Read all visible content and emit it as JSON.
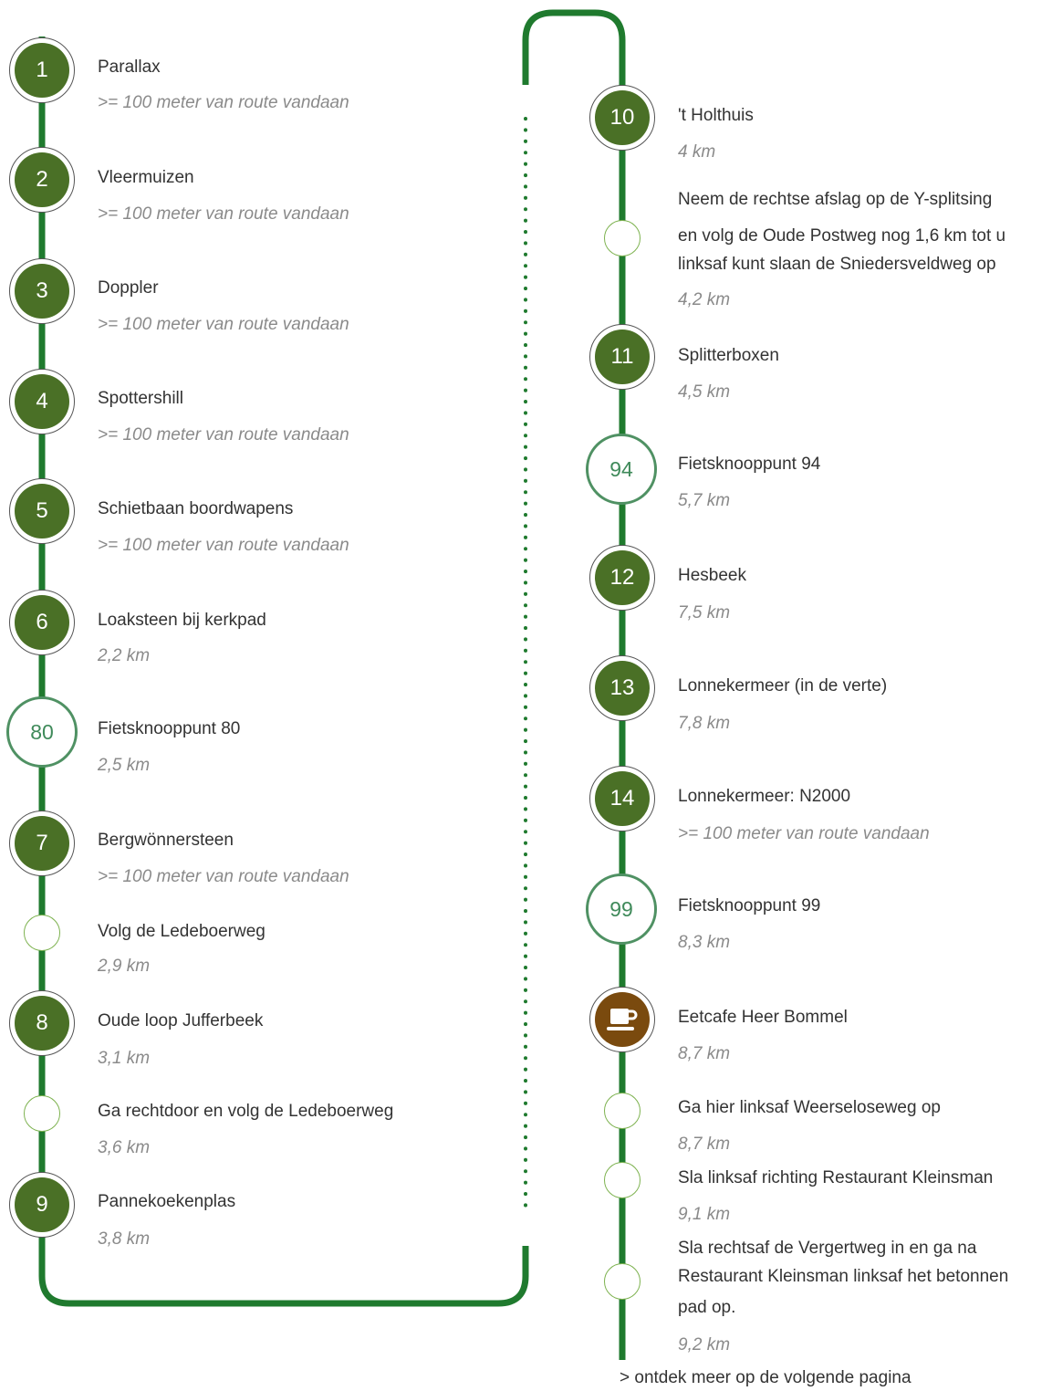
{
  "colors": {
    "route_line": "#1f7a2e",
    "number_badge": "#4a7026",
    "node_ring": "#4f9163",
    "small_ring": "#7db24f",
    "cafe_badge": "#7a4a0e",
    "subtitle_text": "#8a8a8a"
  },
  "left_column": [
    {
      "badge": "1",
      "type": "number",
      "title": "Parallax",
      "subtitle": ">= 100 meter van route vandaan"
    },
    {
      "badge": "2",
      "type": "number",
      "title": "Vleermuizen",
      "subtitle": ">= 100 meter van route vandaan"
    },
    {
      "badge": "3",
      "type": "number",
      "title": "Doppler",
      "subtitle": ">= 100 meter van route vandaan"
    },
    {
      "badge": "4",
      "type": "number",
      "title": "Spottershill",
      "subtitle": ">= 100 meter van route vandaan"
    },
    {
      "badge": "5",
      "type": "number",
      "title": "Schietbaan boordwapens",
      "subtitle": ">= 100 meter van route vandaan"
    },
    {
      "badge": "6",
      "type": "number",
      "title": "Loaksteen bij kerkpad",
      "subtitle": "2,2 km"
    },
    {
      "badge": "80",
      "type": "node",
      "title": "Fietsknooppunt 80",
      "subtitle": "2,5 km"
    },
    {
      "badge": "7",
      "type": "number",
      "title": "Bergwönnersteen",
      "subtitle": ">= 100 meter van route vandaan"
    },
    {
      "badge": "",
      "type": "small",
      "title": "Volg de Ledeboerweg",
      "subtitle": "2,9 km"
    },
    {
      "badge": "8",
      "type": "number",
      "title": "Oude loop Jufferbeek",
      "subtitle": "3,1 km"
    },
    {
      "badge": "",
      "type": "small",
      "title": "Ga rechtdoor en volg de Ledeboerweg",
      "subtitle": "3,6 km"
    },
    {
      "badge": "9",
      "type": "number",
      "title": "Pannekoekenplas",
      "subtitle": "3,8 km"
    }
  ],
  "right_column": [
    {
      "badge": "10",
      "type": "number",
      "title": "'t Holthuis",
      "subtitle": "4 km"
    },
    {
      "badge": "",
      "type": "small",
      "title_lines": [
        "Neem de rechtse afslag op de Y-splitsing",
        "en volg de Oude Postweg nog 1,6 km tot u",
        "linksaf kunt slaan de Sniedersveldweg op"
      ],
      "subtitle": "4,2 km"
    },
    {
      "badge": "11",
      "type": "number",
      "title": "Splitterboxen",
      "subtitle": "4,5 km"
    },
    {
      "badge": "94",
      "type": "node",
      "title": "Fietsknooppunt 94",
      "subtitle": "5,7 km"
    },
    {
      "badge": "12",
      "type": "number",
      "title": "Hesbeek",
      "subtitle": "7,5 km"
    },
    {
      "badge": "13",
      "type": "number",
      "title": "Lonnekermeer (in de verte)",
      "subtitle": "7,8 km"
    },
    {
      "badge": "14",
      "type": "number",
      "title": "Lonnekermeer: N2000",
      "subtitle": ">= 100 meter van route vandaan"
    },
    {
      "badge": "99",
      "type": "node",
      "title": "Fietsknooppunt 99",
      "subtitle": "8,3 km"
    },
    {
      "badge": "",
      "type": "cafe",
      "icon": "coffee-cup-icon",
      "title": "Eetcafe Heer Bommel",
      "subtitle": "8,7 km"
    },
    {
      "badge": "",
      "type": "small",
      "title": "Ga hier linksaf Weerseloseweg op",
      "subtitle": "8,7 km"
    },
    {
      "badge": "",
      "type": "small",
      "title": "Sla linksaf richting Restaurant Kleinsman",
      "subtitle": "9,1 km"
    },
    {
      "badge": "",
      "type": "small",
      "title_lines": [
        "Sla rechtsaf de Vergertweg in en ga na",
        "Restaurant Kleinsman linksaf het betonnen",
        "pad op."
      ],
      "subtitle": "9,2 km"
    }
  ],
  "footer": {
    "link_text": "> ontdek meer op de volgende pagina"
  }
}
